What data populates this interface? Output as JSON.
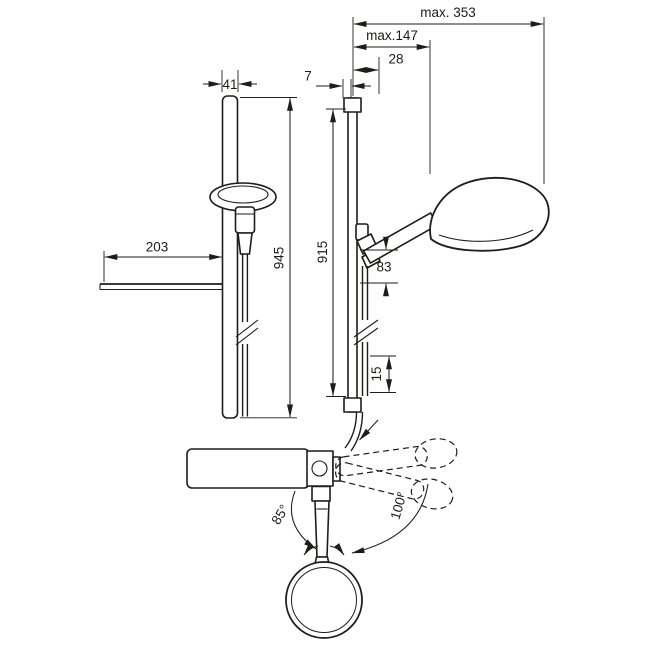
{
  "drawing": {
    "background_color": "#ffffff",
    "line_color": "#1d1d1b",
    "front_view": {
      "bar_width": "41",
      "shelf_depth": "203",
      "total_height": "945"
    },
    "side_view": {
      "max_reach": "max. 353",
      "max_depth": "max.147",
      "wall_offset": "28",
      "plate_thickness": "7",
      "rail_height": "915",
      "holder_size": "83",
      "bottom_offset": "15"
    },
    "top_view": {
      "swivel_angle_left": "85°",
      "swivel_angle_right": "100°"
    }
  }
}
